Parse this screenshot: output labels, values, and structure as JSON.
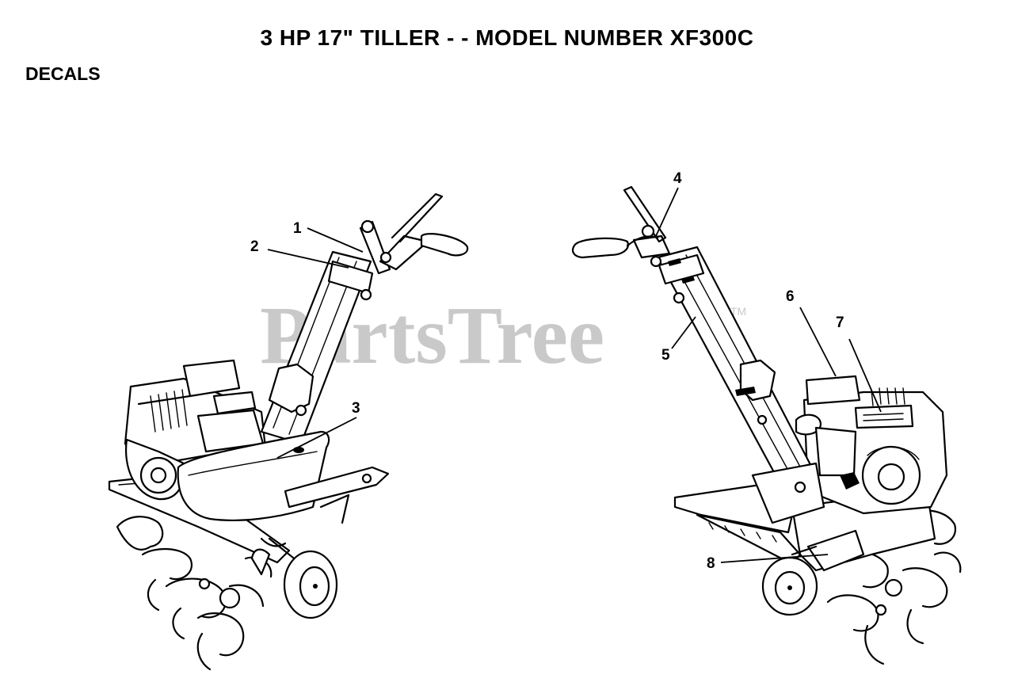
{
  "header": {
    "title": "3 HP 17\" TILLER - - MODEL NUMBER XF300C",
    "section": "DECALS"
  },
  "watermark": {
    "text": "PartsTree",
    "mark": "TM",
    "color": "#c9c9c9"
  },
  "callouts": [
    {
      "label": "1"
    },
    {
      "label": "2"
    },
    {
      "label": "3"
    },
    {
      "label": "4"
    },
    {
      "label": "5"
    },
    {
      "label": "6"
    },
    {
      "label": "7"
    },
    {
      "label": "8"
    }
  ]
}
